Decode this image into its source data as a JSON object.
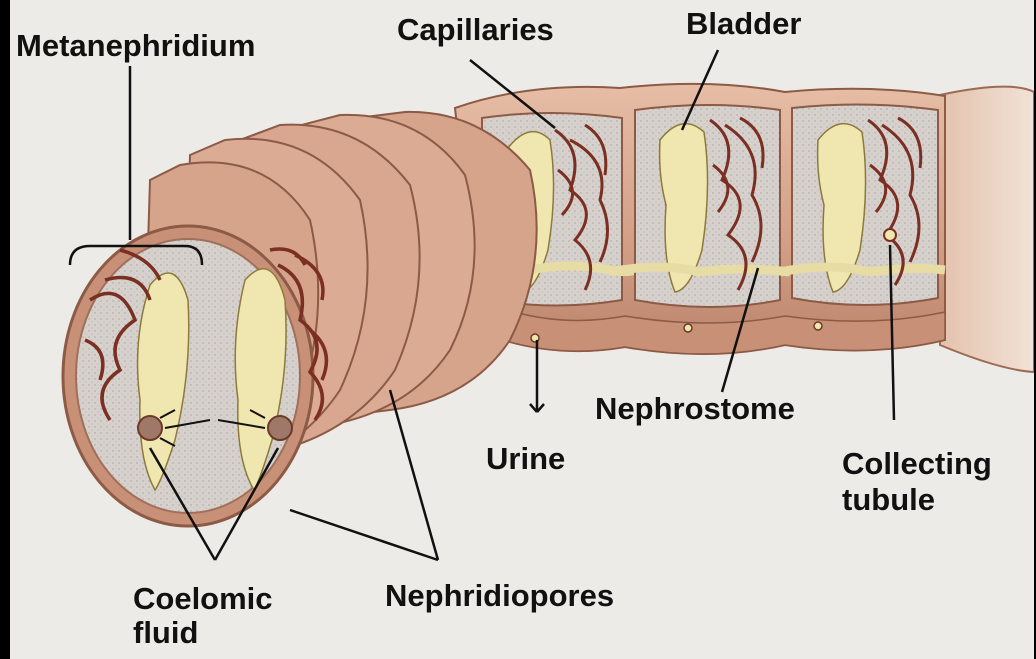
{
  "labels": {
    "metanephridium": "Metanephridium",
    "capillaries": "Capillaries",
    "bladder": "Bladder",
    "nephrostome": "Nephrostome",
    "urine": "Urine",
    "collecting_tubule_line1": "Collecting",
    "collecting_tubule_line2": "tubule",
    "coelomic_fluid_line1": "Coelomic",
    "coelomic_fluid_line2": "fluid",
    "nephridiopores": "Nephridiopores"
  },
  "colors": {
    "background": "#ecebe8",
    "frame": "#000000",
    "body_wall": "#d9a890",
    "body_wall_dark": "#b9836b",
    "body_wall_light": "#e8c3ad",
    "coelom_fill": "#d8d3cf",
    "bladder_fill": "#f0e6b0",
    "capillary": "#7a2f22",
    "leader_line": "#111111"
  }
}
